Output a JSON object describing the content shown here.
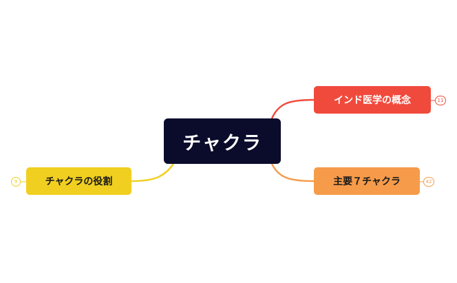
{
  "central": {
    "label": "チャクラ",
    "color": "#0b0c2c"
  },
  "branches": [
    {
      "id": "indian-medicine",
      "label": "インド医学の概念",
      "collapsed_count": "11",
      "color": "#f04a3c",
      "side": "right"
    },
    {
      "id": "main-seven",
      "label": "主要７チャクラ",
      "collapsed_count": "42",
      "color": "#f59b4a",
      "side": "right"
    },
    {
      "id": "role",
      "label": "チャクラの役割",
      "collapsed_count": "9",
      "color": "#f0cf20",
      "side": "left"
    }
  ]
}
